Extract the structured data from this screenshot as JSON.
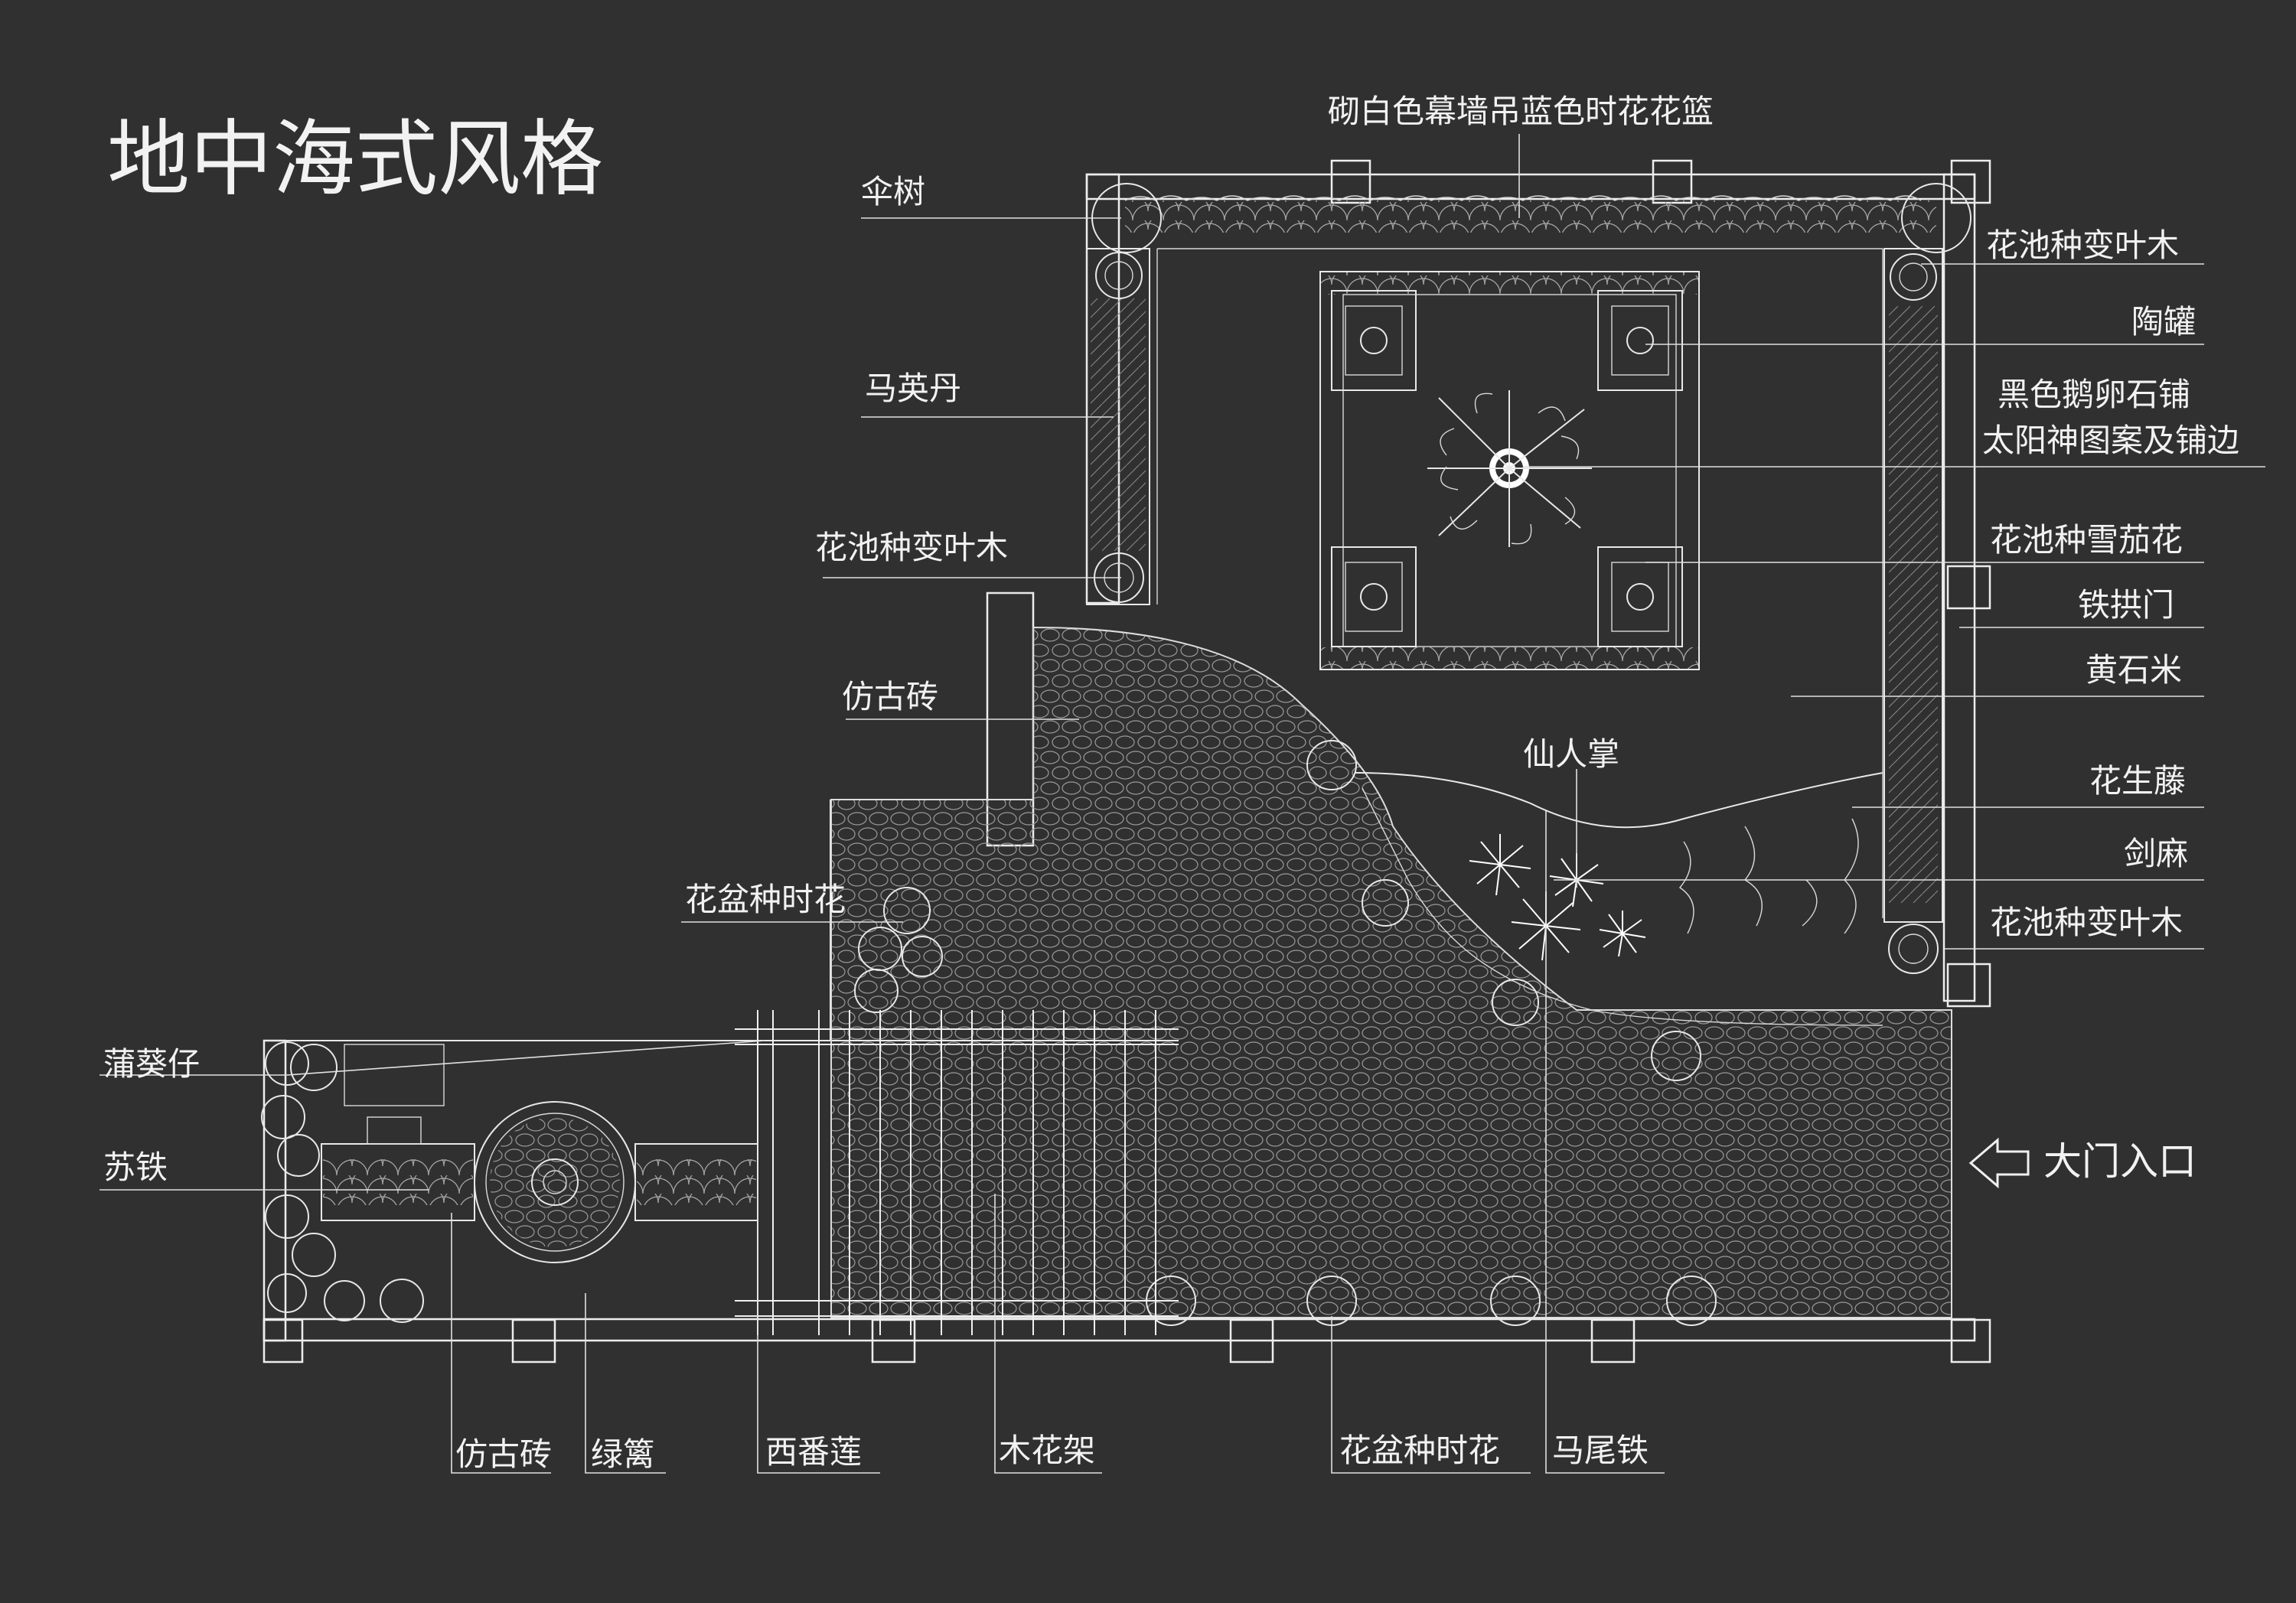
{
  "title": "地中海式风格",
  "colors": {
    "background": "#303030",
    "line": "#e8e8e8",
    "text": "#f2f2f2"
  },
  "labels": {
    "top_wall": "砌白色幕墙吊蓝色时花花篮",
    "umbrella_tree": "伞树",
    "lantana": "马英丹",
    "planter_croton_left": "花池种变叶木",
    "antique_brick_left": "仿古砖",
    "flower_pot_left": "花盆种时花",
    "livistona": "蒲葵仔",
    "cycad": "苏铁",
    "planter_croton_top_right": "花池种变叶木",
    "pottery_jar": "陶罐",
    "black_pebble_1": "黑色鹅卵石铺",
    "black_pebble_2": "太阳神图案及铺边",
    "planter_cigar_flower": "花池种雪茄花",
    "iron_arch_gate": "铁拱门",
    "yellow_gravel": "黄石米",
    "cactus": "仙人掌",
    "peanut_vine": "花生藤",
    "agave": "剑麻",
    "planter_croton_bottom_right": "花池种变叶木",
    "main_entrance": "大门入口",
    "antique_brick_bottom": "仿古砖",
    "green_hedge": "绿篱",
    "passion_flower": "西番莲",
    "wood_pergola": "木花架",
    "flower_pot_bottom": "花盆种时花",
    "ponytail_palm": "马尾铁"
  }
}
